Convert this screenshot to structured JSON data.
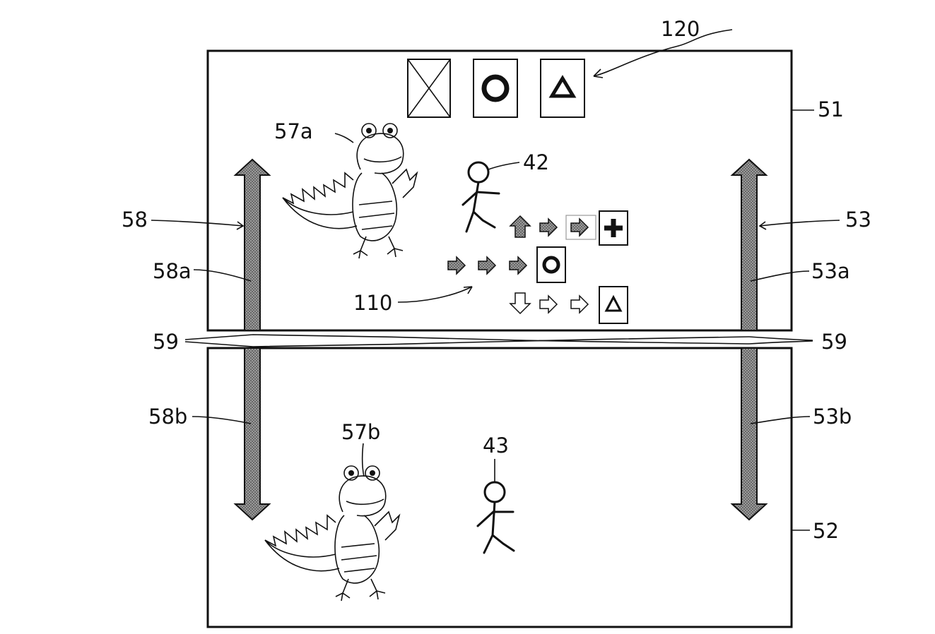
{
  "labels": {
    "top_screen": "51",
    "bottom_screen": "52",
    "right_bar": "53",
    "right_bar_upper": "53a",
    "right_bar_lower": "53b",
    "crocodile_top": "57a",
    "crocodile_bottom": "57b",
    "left_bar": "58",
    "left_bar_upper": "58a",
    "left_bar_lower": "58b",
    "gap_left": "59",
    "gap_right": "59",
    "player_top": "42",
    "player_bottom": "43",
    "command_list": "110",
    "button_cards": "120"
  },
  "icons": {
    "cards": [
      "cross-card",
      "circle-card",
      "triangle-card"
    ],
    "command_rows": [
      [
        "up-arrow",
        "right-arrow",
        "right-arrow",
        "plus-button"
      ],
      [
        "right-arrow",
        "right-arrow",
        "right-arrow",
        "circle-button"
      ],
      [
        "down-arrow",
        "right-arrow",
        "right-arrow",
        "triangle-button"
      ]
    ]
  },
  "colors": {
    "line": "#111111",
    "bar_fill": "#6e6e6e",
    "arrow_fill": "#8a8a8a"
  }
}
